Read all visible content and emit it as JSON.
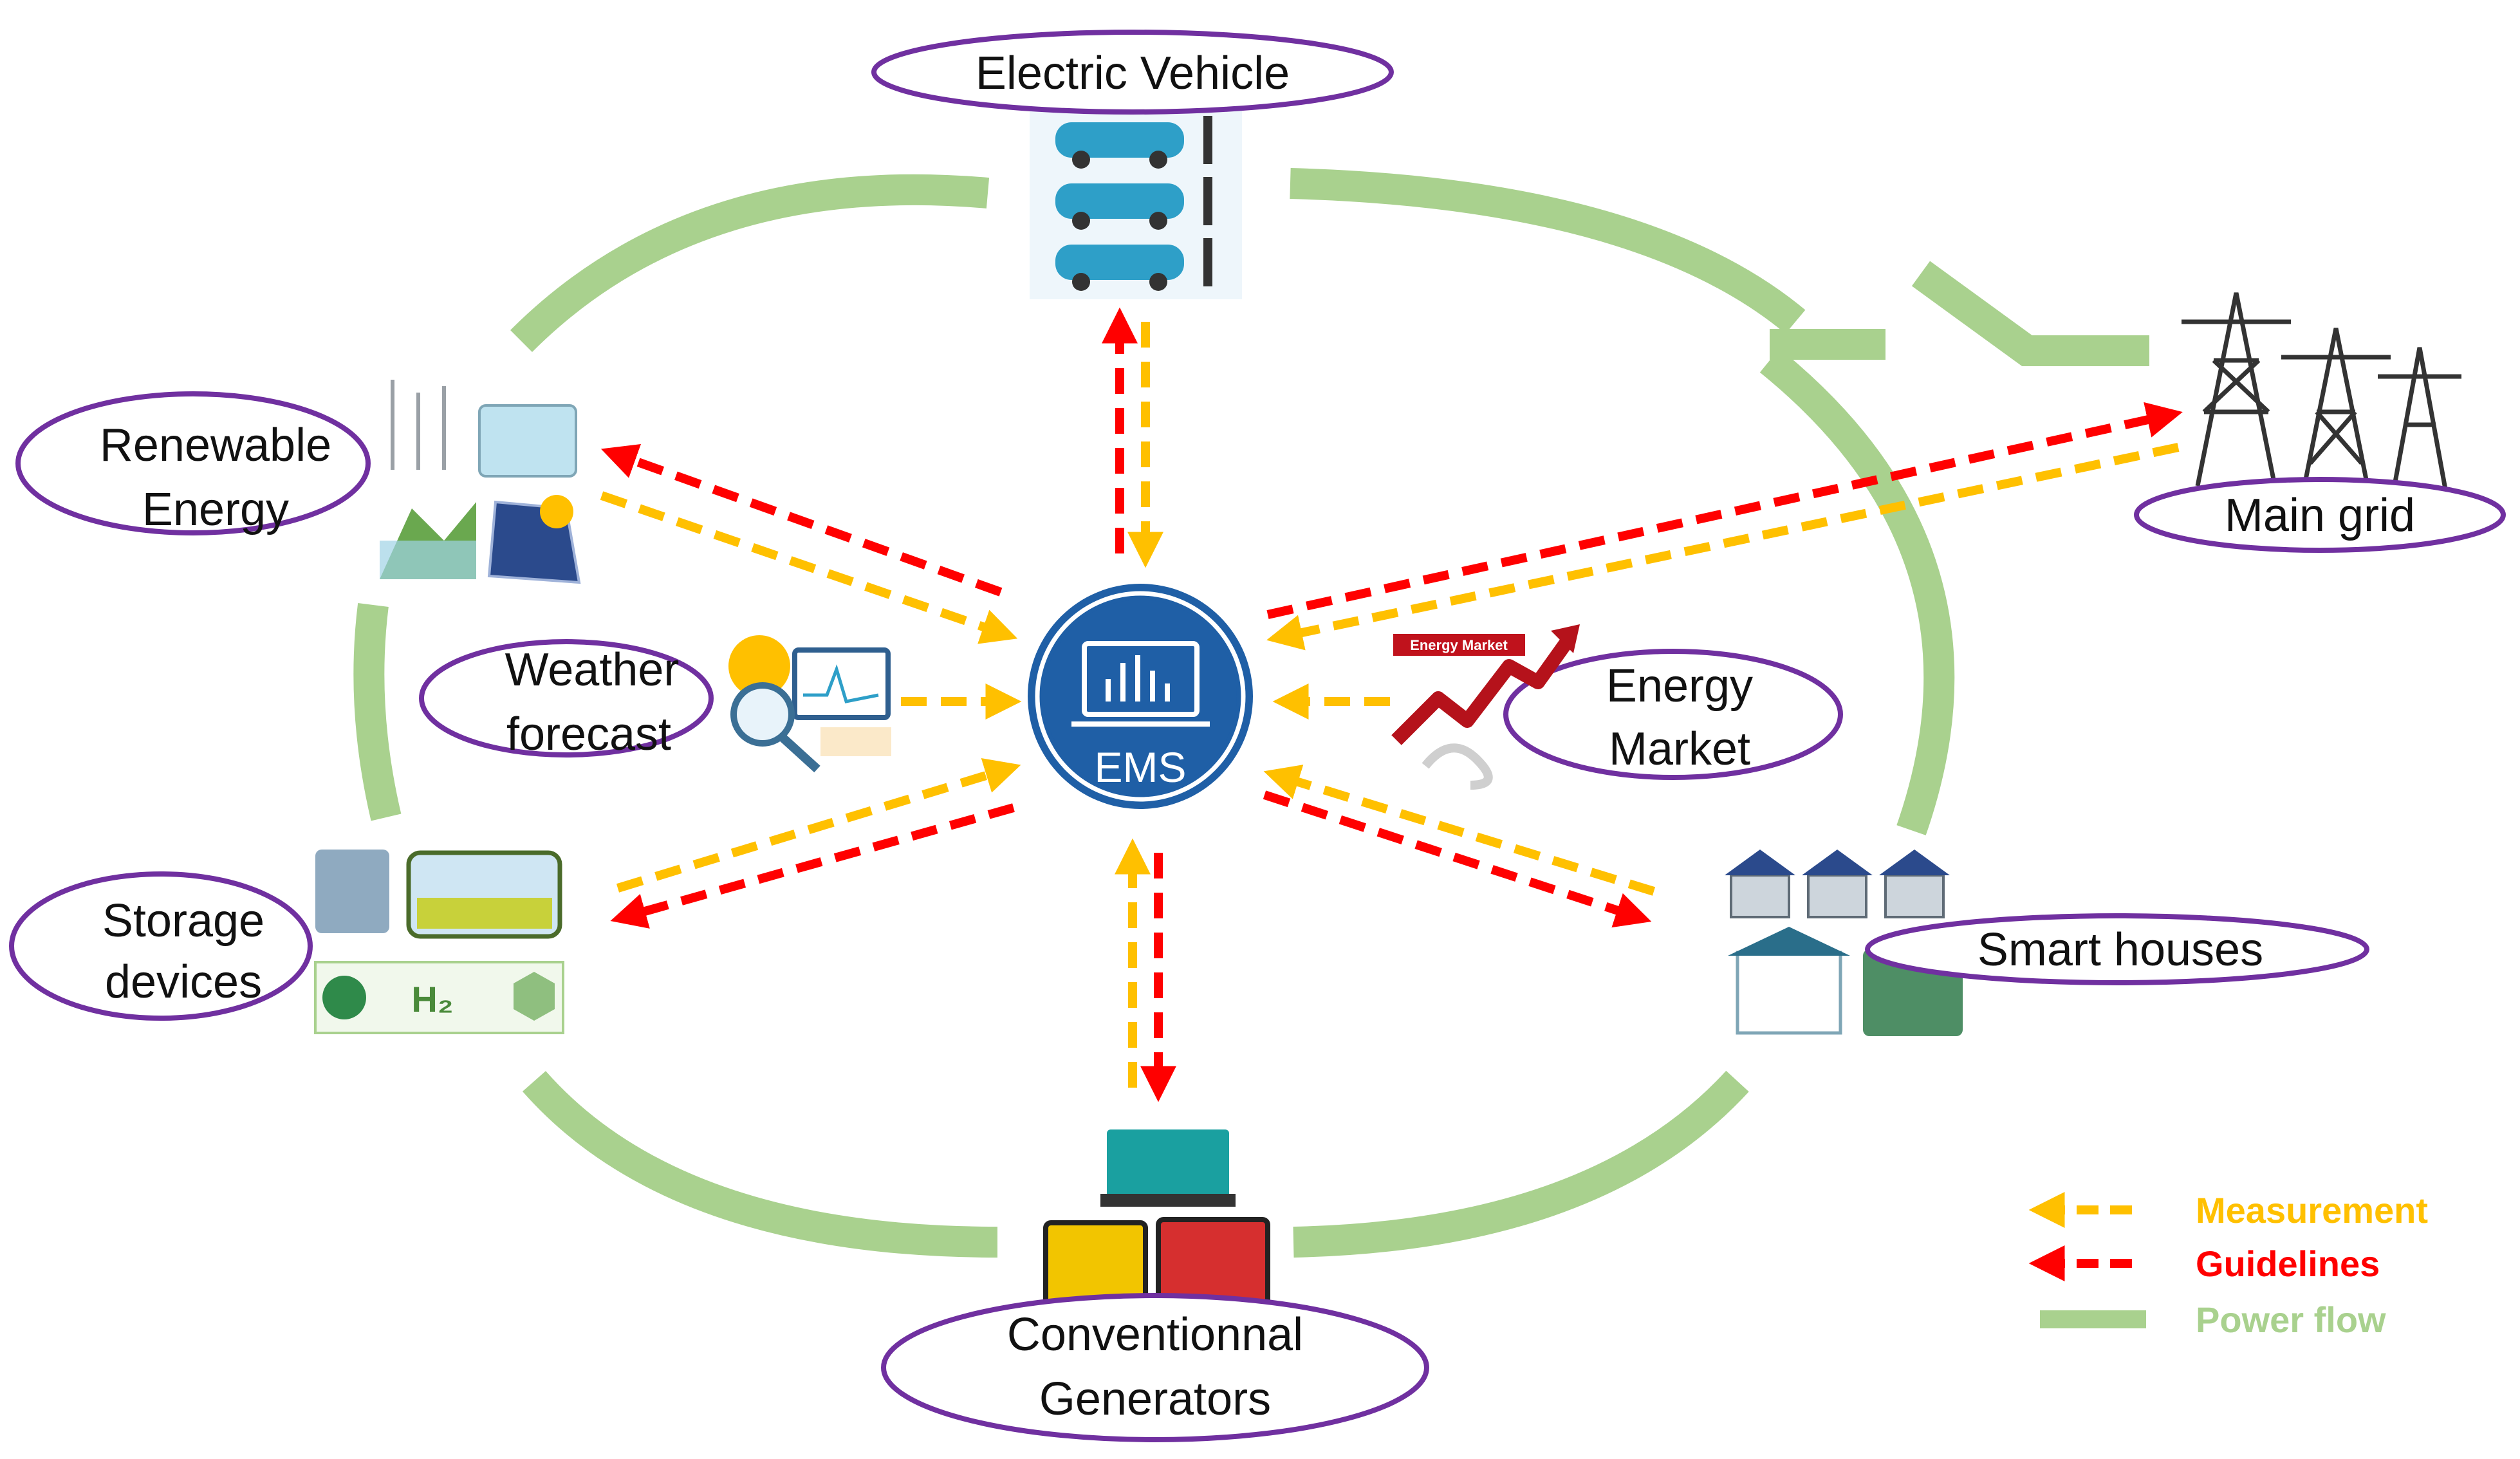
{
  "center": {
    "label": "EMS"
  },
  "nodes": {
    "ev": {
      "label": "Electric Vehicle"
    },
    "renewable": {
      "line1": "Renewable",
      "line2": "Energy"
    },
    "weather": {
      "line1": "Weather",
      "line2": "forecast"
    },
    "storage": {
      "line1": "Storage",
      "line2": "devices"
    },
    "generators": {
      "line1": "Conventionnal",
      "line2": "Generators"
    },
    "market": {
      "line1": "Energy",
      "line2": "Market",
      "badge": "Energy Market"
    },
    "houses": {
      "label": "Smart houses"
    },
    "grid": {
      "label": "Main grid"
    }
  },
  "storage_icon": {
    "h2": "H₂"
  },
  "legend": {
    "items": [
      {
        "label": "Measurement",
        "color": "#FFC000"
      },
      {
        "label": "Guidelines",
        "color": "#FF0000"
      },
      {
        "label": "Power flow",
        "color": "#A9D18E"
      }
    ]
  },
  "colors": {
    "measurement": "#FFC000",
    "guidelines": "#FF0000",
    "power_flow": "#A9D18E",
    "ellipse_border": "#7030A0",
    "ems_blue": "#1F5FA6"
  }
}
